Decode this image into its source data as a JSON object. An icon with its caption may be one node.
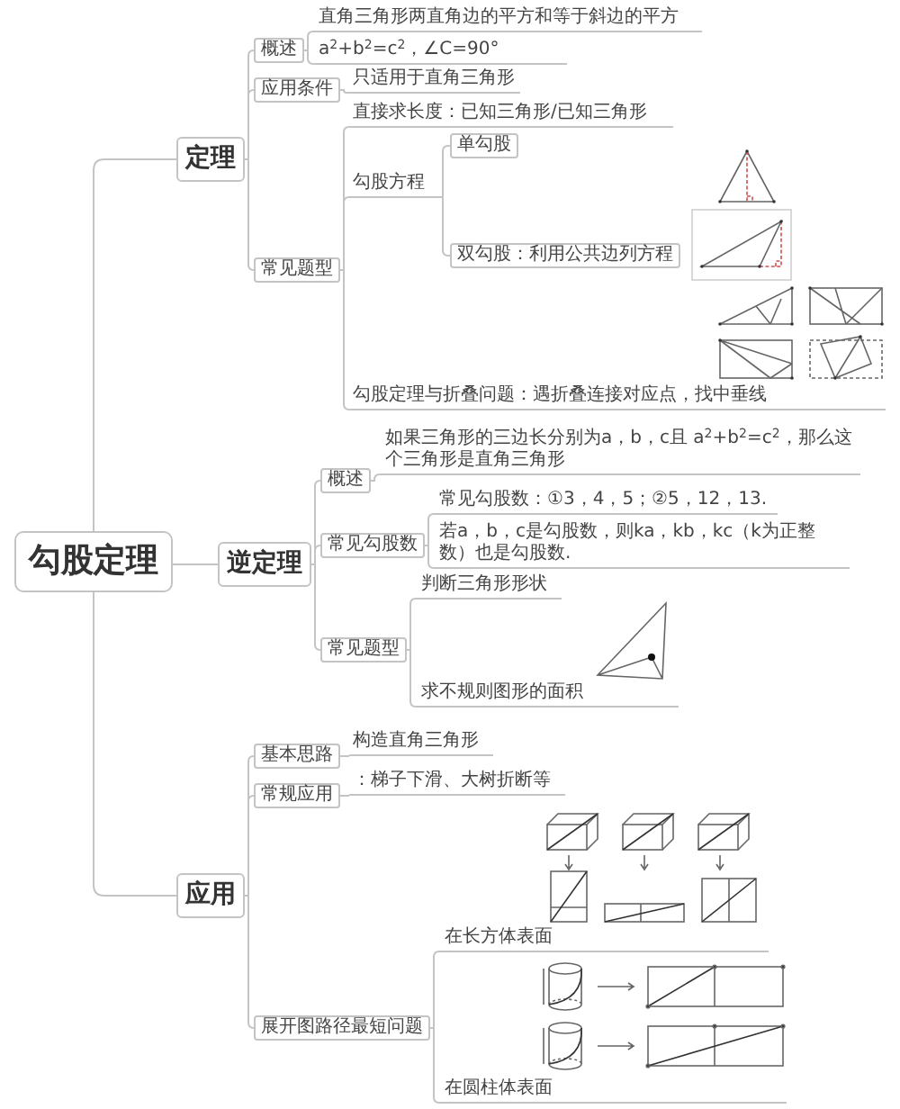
{
  "diagram": {
    "nodes": [
      {
        "text": [
          "勾股定理"
        ]
      },
      {
        "text": [
          "定理"
        ]
      },
      {
        "text": [
          "概述"
        ]
      },
      {
        "text": [
          "直角三角形两直角边的平方和等于斜边的平方"
        ]
      },
      {
        "text": [
          "a$^{2}$+b$^{2}$=c$^{2}$，∠C=90°"
        ]
      },
      {
        "text": [
          "应用条件"
        ]
      },
      {
        "text": [
          "只适用于直角三角形"
        ]
      },
      {
        "text": [
          "常见题型"
        ]
      },
      {
        "text": [
          "直接求长度：已知三角形/已知三角形"
        ]
      },
      {
        "text": [
          "勾股方程"
        ]
      },
      {
        "text": [
          "单勾股"
        ]
      },
      {
        "text": [
          "双勾股：利用公共边列方程"
        ]
      },
      {
        "text": [
          "勾股定理与折叠问题：遇折叠连接对应点，找中垂线"
        ]
      },
      {
        "text": [
          "逆定理"
        ]
      },
      {
        "text": [
          "概述"
        ]
      },
      {
        "text": [
          "如果三角形的三边长分别为a，b，c且 a$^{2}$+b$^{2}$=c$^{2}$，那么这个三角形是直角三角形"
        ]
      },
      {
        "text": [
          "常见勾股数"
        ]
      },
      {
        "text": [
          "常见勾股数：①3，4，5；②5，12，13."
        ]
      },
      {
        "text": [
          "若a，b，c是勾股数，则ka，kb，kc（k为正整数）也是勾股数."
        ]
      },
      {
        "text": [
          "常见题型"
        ]
      },
      {
        "text": [
          "判断三角形形状"
        ]
      },
      {
        "text": [
          "求不规则图形的面积"
        ]
      },
      {
        "text": [
          "应用"
        ]
      },
      {
        "text": [
          "基本思路"
        ]
      },
      {
        "text": [
          "构造直角三角形"
        ]
      },
      {
        "text": [
          "常规应用"
        ]
      },
      {
        "text": [
          "：梯子下滑、大树折断等"
        ]
      },
      {
        "text": [
          "展开图路径最短问题"
        ]
      },
      {
        "text": [
          "在长方体表面"
        ]
      },
      {
        "text": [
          "在圆柱体表面"
        ]
      }
    ],
    "edges": [
      {
        "from": 0,
        "to": 1,
        "arrow": "none"
      },
      {
        "from": 0,
        "to": 13,
        "arrow": "none"
      },
      {
        "from": 0,
        "to": 22,
        "arrow": "none"
      },
      {
        "from": 1,
        "to": 2,
        "arrow": "none"
      },
      {
        "from": 1,
        "to": 5,
        "arrow": "none"
      },
      {
        "from": 1,
        "to": 7,
        "arrow": "none"
      },
      {
        "from": 2,
        "to": 3,
        "arrow": "none"
      },
      {
        "from": 2,
        "to": 4,
        "arrow": "none"
      },
      {
        "from": 5,
        "to": 6,
        "arrow": "none"
      },
      {
        "from": 7,
        "to": 8,
        "arrow": "none"
      },
      {
        "from": 7,
        "to": 9,
        "arrow": "none"
      },
      {
        "from": 7,
        "to": 12,
        "arrow": "none"
      },
      {
        "from": 9,
        "to": 10,
        "arrow": "none"
      },
      {
        "from": 9,
        "to": 11,
        "arrow": "none"
      },
      {
        "from": 13,
        "to": 14,
        "arrow": "none"
      },
      {
        "from": 13,
        "to": 16,
        "arrow": "none"
      },
      {
        "from": 13,
        "to": 19,
        "arrow": "none"
      },
      {
        "from": 14,
        "to": 15,
        "arrow": "none"
      },
      {
        "from": 16,
        "to": 17,
        "arrow": "none"
      },
      {
        "from": 16,
        "to": 18,
        "arrow": "none"
      },
      {
        "from": 19,
        "to": 20,
        "arrow": "none"
      },
      {
        "from": 19,
        "to": 21,
        "arrow": "none"
      },
      {
        "from": 22,
        "to": 23,
        "arrow": "none"
      },
      {
        "from": 22,
        "to": 25,
        "arrow": "none"
      },
      {
        "from": 22,
        "to": 27,
        "arrow": "none"
      },
      {
        "from": 23,
        "to": 24,
        "arrow": "none"
      },
      {
        "from": 25,
        "to": 26,
        "arrow": "none"
      },
      {
        "from": 27,
        "to": 28,
        "arrow": "none"
      },
      {
        "from": 27,
        "to": 29,
        "arrow": "none"
      }
    ]
  }
}
